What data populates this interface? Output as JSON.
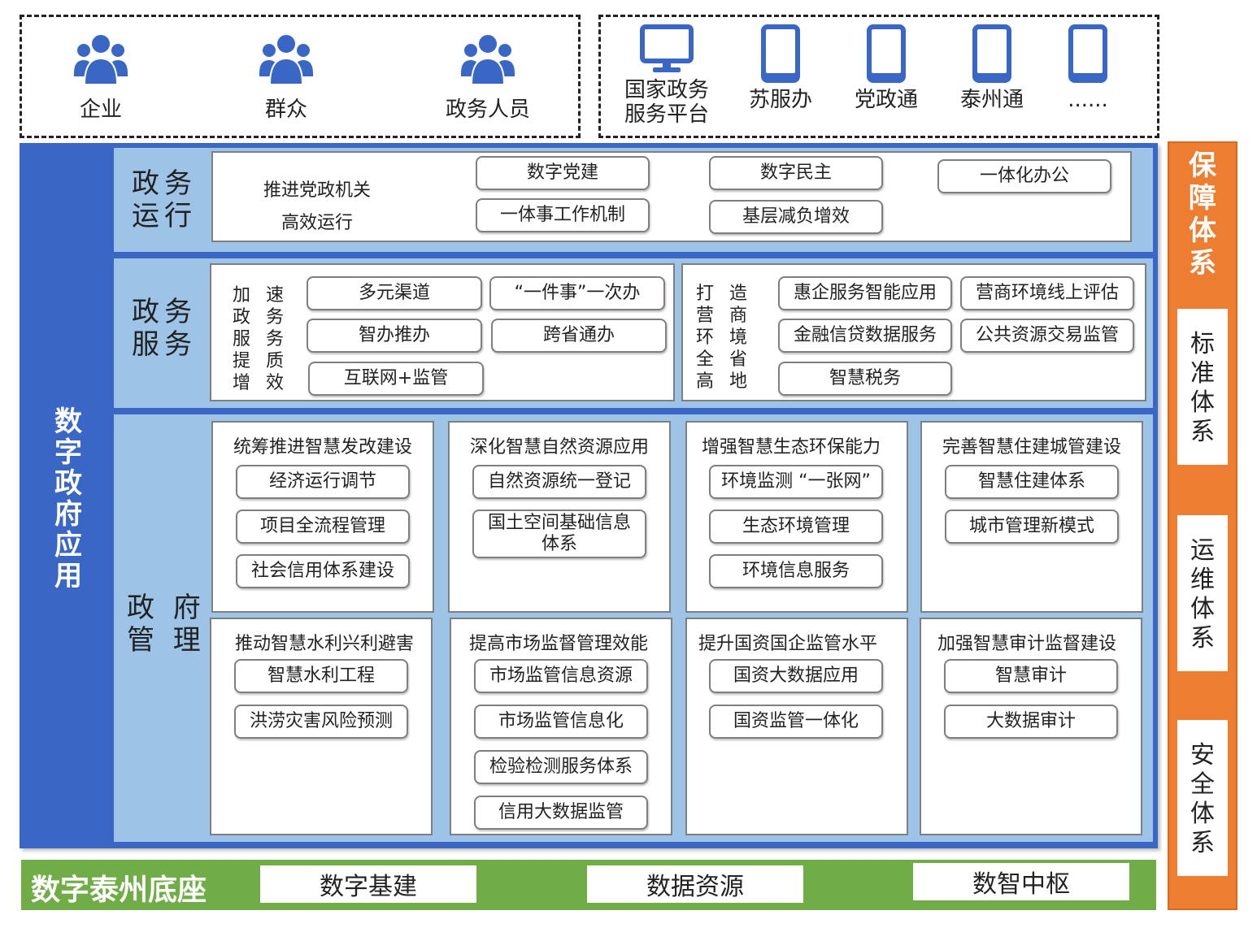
{
  "users": [
    {
      "label": "企业"
    },
    {
      "label": "群众"
    },
    {
      "label": "政务人员"
    }
  ],
  "terminals": [
    {
      "label": "国家政务\n服务平台",
      "icon": "monitor"
    },
    {
      "label": "苏服办",
      "icon": "tablet"
    },
    {
      "label": "党政通",
      "icon": "tablet"
    },
    {
      "label": "泰州通",
      "icon": "tablet"
    },
    {
      "label": "......",
      "icon": "tablet"
    }
  ],
  "icon_color": "#3a67c6",
  "app": {
    "title": "数字政府应用",
    "operation": {
      "title": "政务\n运行",
      "intro_line1": "推进党政机关",
      "intro_line2": "高效运行",
      "items": [
        "数字党建",
        "一体事工作机制",
        "数字民主",
        "基层减负增效",
        "一体化办公"
      ]
    },
    "service": {
      "title": "政务\n服务",
      "left_intro": "加 速\n政 务\n服 务\n提 质\n增 效",
      "left_items": [
        "多元渠道",
        "“一件事”一次办",
        "智办推办",
        "跨省通办",
        "互联网+监管"
      ],
      "right_intro": "打 造\n营 商\n环 境\n全 省\n高 地",
      "right_items": [
        "惠企服务智能应用",
        "营商环境线上评估",
        "金融信贷数据服务",
        "公共资源交易监管",
        "智慧税务"
      ]
    },
    "management": {
      "title": "政 府\n管 理",
      "groups": [
        {
          "title": "统筹推进智慧发改建设",
          "items": [
            "经济运行调节",
            "项目全流程管理",
            "社会信用体系建设"
          ]
        },
        {
          "title": "深化智慧自然资源应用",
          "items": [
            "自然资源统一登记",
            "国土空间基础信息\n体系"
          ]
        },
        {
          "title": "增强智慧生态环保能力",
          "items": [
            "环境监测 “一张网”",
            "生态环境管理",
            "环境信息服务"
          ]
        },
        {
          "title": "完善智慧住建城管建设",
          "items": [
            "智慧住建体系",
            "城市管理新模式"
          ]
        },
        {
          "title": "推动智慧水利兴利避害",
          "items": [
            "智慧水利工程",
            "洪涝灾害风险预测"
          ]
        },
        {
          "title": "提高市场监督管理效能",
          "items": [
            "市场监管信息资源",
            "市场监管信息化",
            "检验检测服务体系",
            "信用大数据监管"
          ]
        },
        {
          "title": "提升国资国企监管水平",
          "items": [
            "国资大数据应用",
            "国资监管一体化"
          ]
        },
        {
          "title": "加强智慧审计监督建设",
          "items": [
            "智慧审计",
            "大数据审计"
          ]
        }
      ]
    }
  },
  "base": {
    "title": "数字泰州底座",
    "items": [
      "数字基建",
      "数据资源",
      "数智中枢"
    ]
  },
  "guarantee": {
    "title": "保障体系",
    "items": [
      "标准体系",
      "运维体系",
      "安全体系"
    ]
  },
  "colors": {
    "app_blue": "#3a67c6",
    "section_light_blue": "#9dc3e6",
    "base_green": "#70ad47",
    "guarantee_orange": "#ed7d31"
  }
}
